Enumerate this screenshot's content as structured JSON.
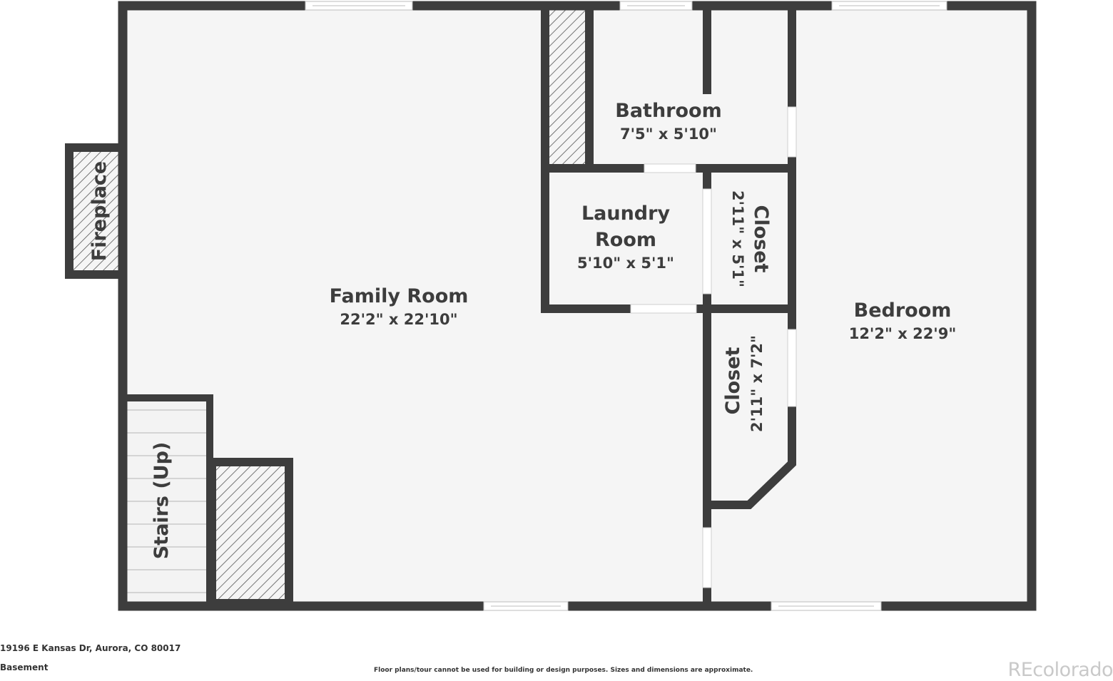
{
  "plan": {
    "rooms": {
      "family_room": {
        "name": "Family Room",
        "dims": "22'2\" x 22'10\""
      },
      "bathroom": {
        "name": "Bathroom",
        "dims": "7'5\" x 5'10\""
      },
      "laundry_room": {
        "name_line1": "Laundry",
        "name_line2": "Room",
        "dims": "5'10\" x 5'1\""
      },
      "closet_upper": {
        "name": "Closet",
        "dims": "2'11\" x 5'1\""
      },
      "closet_lower": {
        "name": "Closet",
        "dims": "2'11\" x 7'2\""
      },
      "bedroom": {
        "name": "Bedroom",
        "dims": "12'2\" x 22'9\""
      },
      "fireplace": {
        "name": "Fireplace"
      },
      "stairs": {
        "name": "Stairs (Up)"
      }
    }
  },
  "footer": {
    "address": "19196 E Kansas Dr, Aurora, CO 80017",
    "level": "Basement",
    "disclaimer": "Floor plans/tour cannot be used for building or design purposes. Sizes and dimensions are approximate.",
    "brand": "REcolorado"
  },
  "colors": {
    "wall": "#3d3d3d",
    "floor": "#f5f5f5",
    "hatch": "#4a4a4a"
  }
}
